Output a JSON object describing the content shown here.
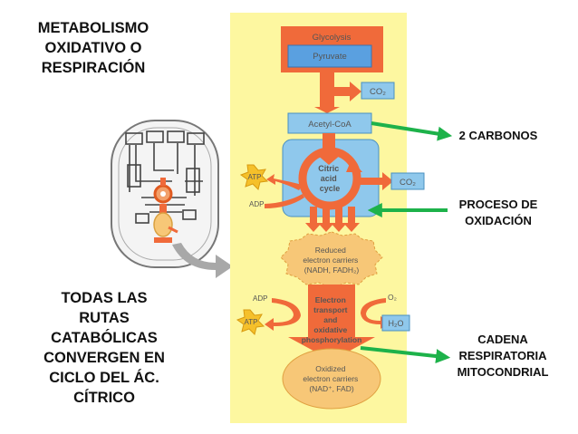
{
  "title_lines": [
    "METABOLISMO",
    "OXIDATIVO O",
    "RESPIRACIÓN"
  ],
  "left_note_lines": [
    "TODAS LAS",
    "RUTAS",
    "CATABÓLICAS",
    "CONVERGEN EN",
    "CICLO DEL ÁC.",
    "CÍTRICO"
  ],
  "labels": {
    "carbonos": "2 CARBONOS",
    "oxidacion_lines": [
      "PROCESO DE",
      "OXIDACIÓN"
    ],
    "cadena_lines": [
      "CADENA",
      "RESPIRATORIA",
      "MITOCONDRIAL"
    ]
  },
  "diagram": {
    "glycolysis": "Glycolysis",
    "pyruvate": "Pyruvate",
    "co2_1": "CO₂",
    "acetyl": "Acetyl-CoA",
    "citric_lines": [
      "Citric",
      "acid",
      "cycle"
    ],
    "atp_1": "ATP",
    "adp_1": "ADP",
    "co2_2": "CO₂",
    "reduced_lines": [
      "Reduced",
      "electron carriers",
      "(NADH, FADH₂)"
    ],
    "adp_2": "ADP",
    "o2": "O₂",
    "etc_lines": [
      "Electron",
      "transport",
      "and",
      "oxidative",
      "phosphorylation"
    ],
    "atp_2": "ATP",
    "h2o": "H₂O",
    "oxidized_lines": [
      "Oxidized",
      "electron carriers",
      "(NAD⁺, FAD)"
    ]
  },
  "colors": {
    "panel": "#fdf7a0",
    "orange_arrow": "#f06a3a",
    "green_arrow": "#1db24a",
    "box_blue": "#8fc8ec",
    "pyruvate_blue": "#5aa0e0",
    "ellipse": "#f7c777",
    "atp_star": "#f5c02a",
    "grey_arrow": "#a8a8a8"
  }
}
